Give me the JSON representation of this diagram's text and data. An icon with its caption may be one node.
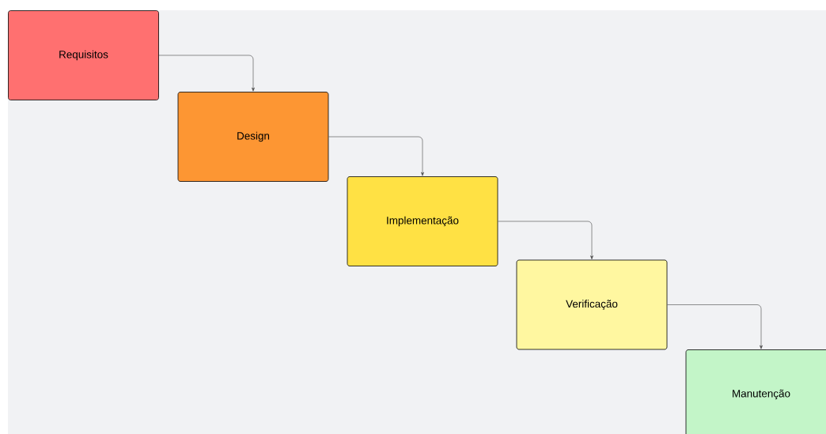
{
  "diagram": {
    "nodes": [
      {
        "text": [
          "Requisitos"
        ]
      },
      {
        "text": [
          "Design"
        ]
      },
      {
        "text": [
          "Implementação"
        ]
      },
      {
        "text": [
          "Verificação"
        ]
      },
      {
        "text": [
          "Manutenção"
        ]
      }
    ],
    "edges": [
      {
        "from": 0,
        "to": 1,
        "arrow": "to"
      },
      {
        "from": 1,
        "to": 2,
        "arrow": "to"
      },
      {
        "from": 2,
        "to": 3,
        "arrow": "to"
      },
      {
        "from": 3,
        "to": 4,
        "arrow": "to"
      }
    ]
  }
}
